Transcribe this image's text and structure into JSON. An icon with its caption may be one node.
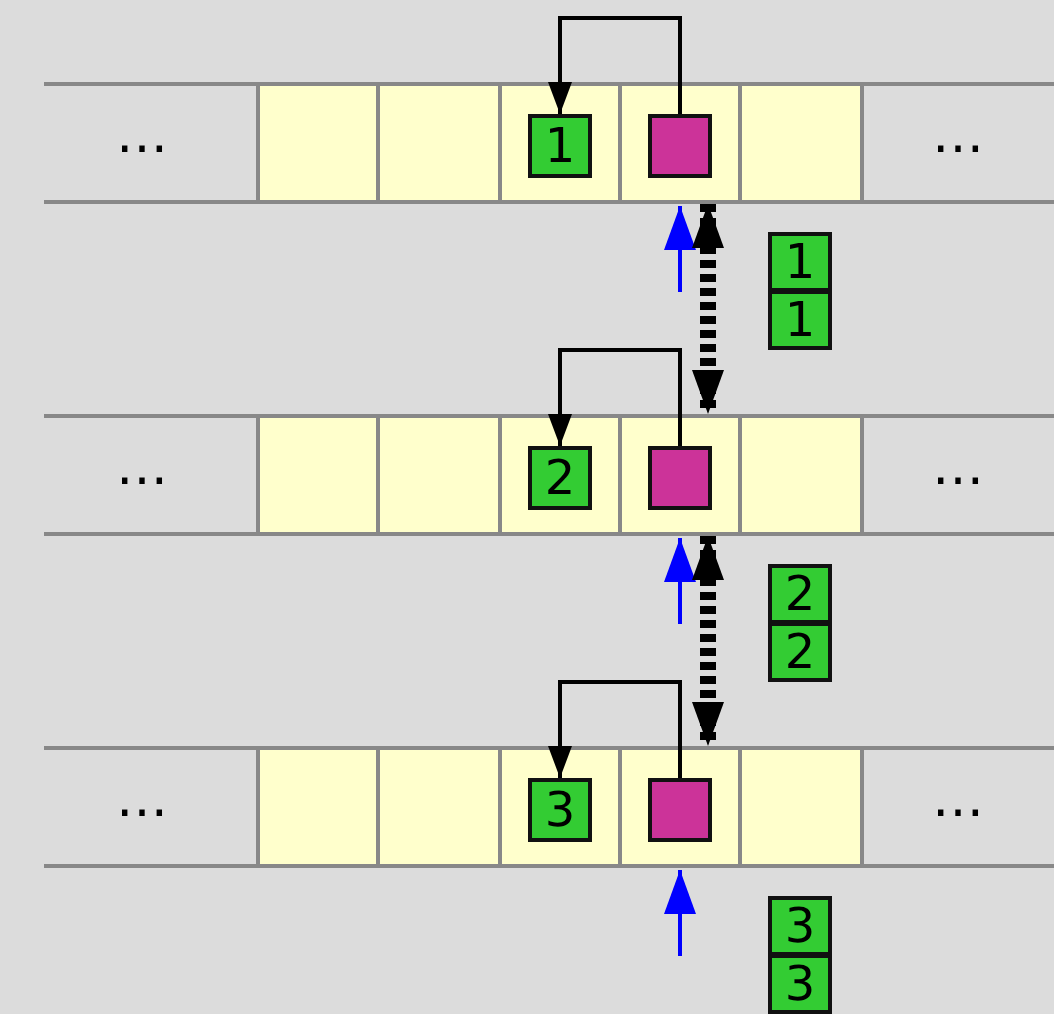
{
  "diagram": {
    "nodes": [
      {
        "text": [],
        "shape": "bar"
      },
      {
        "text": [
          "1"
        ],
        "in": 0
      },
      {
        "text": [],
        "shape": "box",
        "in": 0
      },
      {
        "text": [
          "1"
        ]
      },
      {
        "text": [
          "1"
        ]
      },
      {
        "text": [],
        "shape": "bar"
      },
      {
        "text": [
          "2"
        ],
        "in": 5
      },
      {
        "text": [],
        "shape": "box",
        "in": 5
      },
      {
        "text": [
          "2"
        ]
      },
      {
        "text": [
          "2"
        ]
      },
      {
        "text": [],
        "shape": "bar"
      },
      {
        "text": [
          "3"
        ],
        "in": 10
      },
      {
        "text": [],
        "shape": "box",
        "in": 10
      },
      {
        "text": [
          "3"
        ]
      },
      {
        "text": [
          "3"
        ]
      }
    ],
    "edges": [
      {
        "from": 2,
        "to": 1,
        "arrow": "to"
      },
      {
        "from": null,
        "to": 0,
        "arrow": "to",
        "color": "#0000ff"
      },
      {
        "from": 0,
        "to": 5,
        "arrow": "both",
        "style": "dashed"
      },
      {
        "from": 7,
        "to": 6,
        "arrow": "to"
      },
      {
        "from": null,
        "to": 5,
        "arrow": "to",
        "color": "#0000ff"
      },
      {
        "from": 5,
        "to": 10,
        "arrow": "both",
        "style": "dashed"
      },
      {
        "from": 12,
        "to": 11,
        "arrow": "to"
      },
      {
        "from": null,
        "to": 10,
        "arrow": "to",
        "color": "#0000ff"
      }
    ],
    "labels": [
      "…",
      "…",
      "…",
      "…",
      "…",
      "…"
    ]
  }
}
